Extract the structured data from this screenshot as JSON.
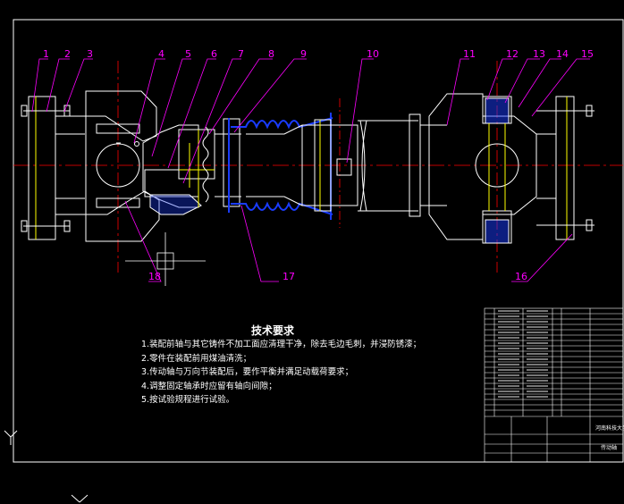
{
  "drawing": {
    "balloons": [
      "1",
      "2",
      "3",
      "4",
      "5",
      "6",
      "7",
      "8",
      "9",
      "10",
      "11",
      "12",
      "13",
      "14",
      "15",
      "16",
      "17",
      "18"
    ],
    "colors": {
      "background": "#000000",
      "outline": "#ffffff",
      "leader": "#ff00ff",
      "centerline": "#ff0000",
      "hatch": "#ffff00",
      "boot": "#1a3cff"
    }
  },
  "technical_requirements": {
    "title": "技术要求",
    "items": [
      "1.装配前轴与其它铸件不加工面应清理干净，除去毛边毛刺，并浸防锈漆；",
      "2.零件在装配前用煤油清洗；",
      "3.传动轴与万向节装配后，要作平衡并满足动载荷要求；",
      "4.调整固定轴承时应留有轴向间隙；",
      "5.按试验规程进行试验。"
    ]
  },
  "title_block": {
    "school": "河南科技大学",
    "drawing_name": "传动轴"
  }
}
